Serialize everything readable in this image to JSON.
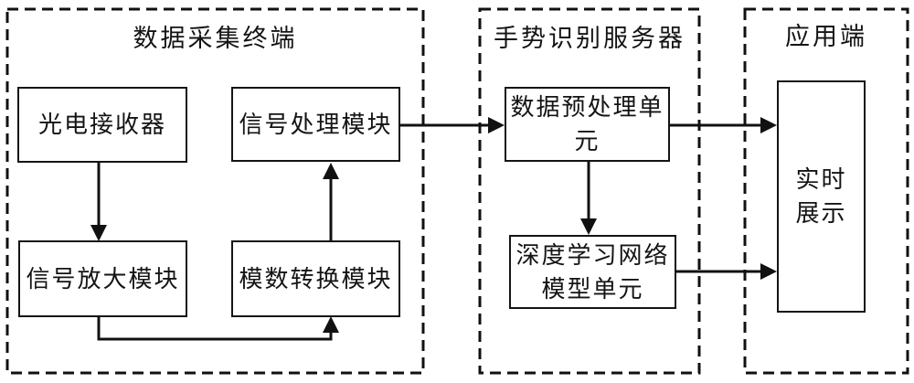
{
  "page": {
    "background": "#ffffff",
    "line_color": "#111111",
    "text_color": "#141414"
  },
  "groups": [
    {
      "id": "data-acquisition-terminal",
      "title": "数据采集终端"
    },
    {
      "id": "gesture-recognition-server",
      "title": "手势识别服务器"
    },
    {
      "id": "application-end",
      "title": "应用端"
    }
  ],
  "nodes": [
    {
      "id": "photoelectric-receiver",
      "label": "光电接收器"
    },
    {
      "id": "signal-processing-module",
      "label": "信号处理模块"
    },
    {
      "id": "signal-amplification-module",
      "label": "信号放大模块"
    },
    {
      "id": "adc-module",
      "label": "模数转换模块"
    },
    {
      "id": "data-preprocessing-unit",
      "label": "数据预处理单\n元"
    },
    {
      "id": "deep-learning-model-unit",
      "label": "深度学习网络\n模型单元"
    },
    {
      "id": "realtime-display",
      "label": "实时\n展示"
    }
  ],
  "edges": [
    {
      "from": "photoelectric-receiver",
      "to": "signal-amplification-module"
    },
    {
      "from": "signal-amplification-module",
      "to": "adc-module"
    },
    {
      "from": "adc-module",
      "to": "signal-processing-module"
    },
    {
      "from": "signal-processing-module",
      "to": "data-preprocessing-unit"
    },
    {
      "from": "data-preprocessing-unit",
      "to": "deep-learning-model-unit"
    },
    {
      "from": "data-preprocessing-unit",
      "to": "realtime-display"
    },
    {
      "from": "deep-learning-model-unit",
      "to": "realtime-display"
    }
  ]
}
